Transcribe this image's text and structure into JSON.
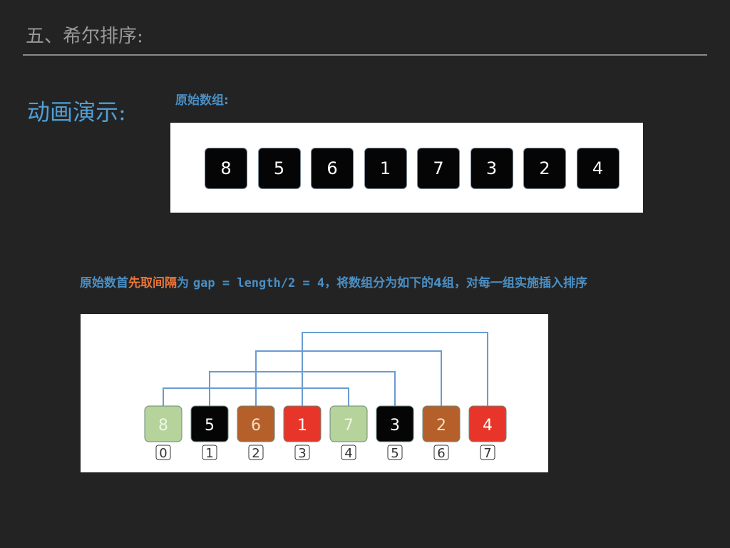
{
  "header": {
    "title": "五、希尔排序:"
  },
  "demo_label": "动画演示:",
  "original_label": "原始数组:",
  "original_array": [
    "8",
    "5",
    "6",
    "1",
    "7",
    "3",
    "2",
    "4"
  ],
  "description": {
    "part1": "原始数首",
    "highlight": "先取间隔",
    "part2": "为 ",
    "code": "gap = length/2 = 4",
    "part3": "，将数组分为如下的4组，对每一组实施插入排序"
  },
  "grouped": {
    "values": [
      "8",
      "5",
      "6",
      "1",
      "7",
      "3",
      "2",
      "4"
    ],
    "indices": [
      "0",
      "1",
      "2",
      "3",
      "4",
      "5",
      "6",
      "7"
    ],
    "group_colors": [
      "#b5d39a",
      "#050505",
      "#b5602a",
      "#e8352a"
    ],
    "line_color": "#6a9bd0"
  }
}
